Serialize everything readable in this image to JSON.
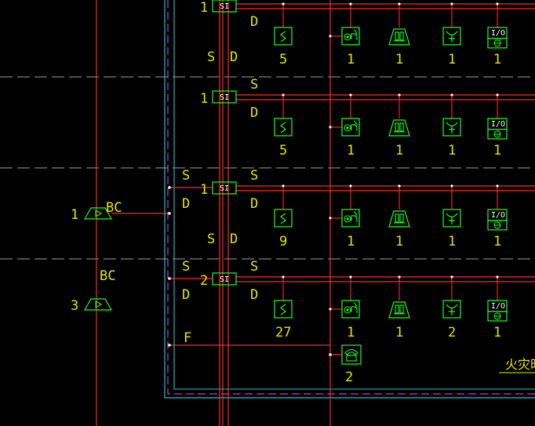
{
  "colors": {
    "background": "#000000",
    "trunk": "#ff2a2a",
    "frame_outer": "#20c8c8",
    "frame_inner": "#ff40ff",
    "device": "#20ff20",
    "text": "#e6e600",
    "floor_divider": "#a0a0a0"
  },
  "rows": [
    {
      "si_label": "SI",
      "si_count": "1",
      "bus_labels": [
        "",
        "D"
      ],
      "riser_labels": [
        "S",
        "D"
      ],
      "counts": [
        "5",
        "1",
        "1",
        "1",
        "1"
      ]
    },
    {
      "si_label": "SI",
      "si_count": "1",
      "bus_labels": [
        "S",
        "D"
      ],
      "riser_labels": [
        "S",
        "D"
      ],
      "counts": [
        "5",
        "1",
        "1",
        "1",
        "1"
      ]
    },
    {
      "si_label": "SI",
      "si_count": "1",
      "bus_labels": [
        "S",
        "D"
      ],
      "riser_labels": [
        "S",
        "D"
      ],
      "counts": [
        "9",
        "1",
        "1",
        "1",
        "1"
      ]
    },
    {
      "si_label": "SI",
      "si_count": "2",
      "bus_labels": [
        "S",
        "D"
      ],
      "riser_labels": [
        "S",
        "D"
      ],
      "counts": [
        "27",
        "1",
        "1",
        "2",
        "1"
      ]
    }
  ],
  "device_icons": [
    "smoke-detector-icon",
    "manual-call-point-icon",
    "sounder-icon",
    "hydrant-button-icon",
    "io-module-icon"
  ],
  "io_label": "I/O",
  "alarm_panels": [
    {
      "count": "1",
      "label": "BC"
    },
    {
      "count": "3",
      "label": "BC"
    }
  ],
  "fire_phone": {
    "line_label": "F",
    "count": "2"
  },
  "corner_note": "火灾时"
}
